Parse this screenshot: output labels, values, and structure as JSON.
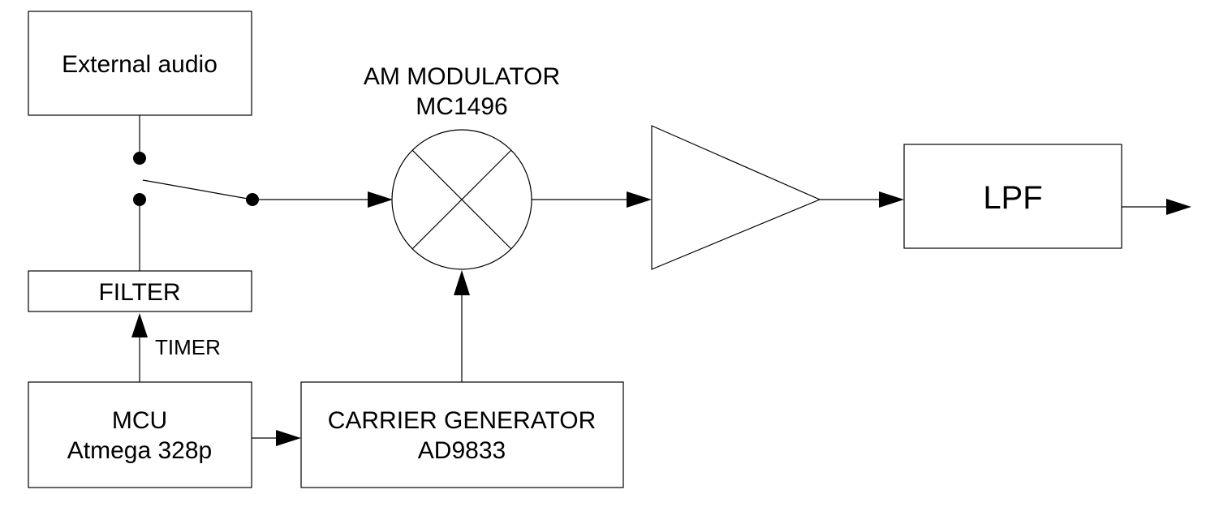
{
  "blocks": {
    "external_audio": "External audio",
    "am_modulator_title": "AM MODULATOR",
    "am_modulator_part": "MC1496",
    "lpf": "LPF",
    "filter": "FILTER",
    "timer": "TIMER",
    "mcu_title": "MCU",
    "mcu_part": "Atmega 328p",
    "carrier_title": "CARRIER GENERATOR",
    "carrier_part": "AD9833"
  }
}
